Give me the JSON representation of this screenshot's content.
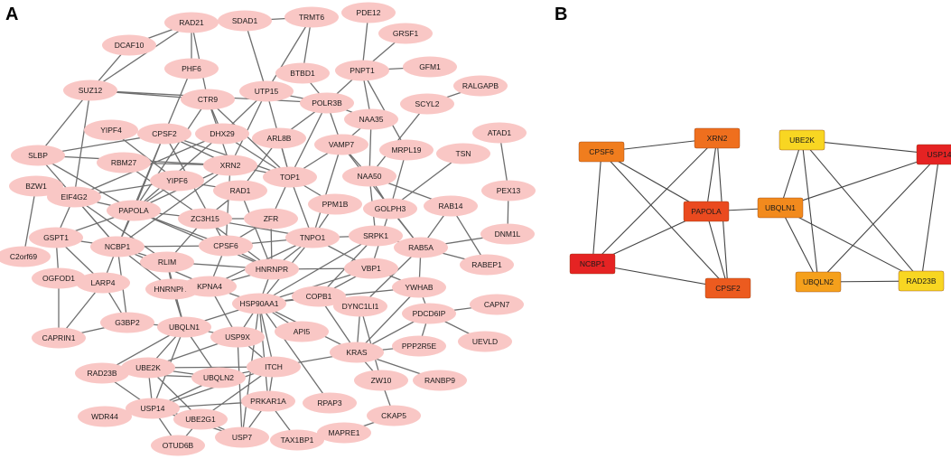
{
  "panels": {
    "a": {
      "label": "A"
    },
    "b": {
      "label": "B"
    }
  },
  "colors": {
    "node_fill": "#f9c7c5",
    "edge": "#6e6e6e",
    "hub_red": "#e52323",
    "hub_red_orange": "#ea4a1f",
    "hub_orange": "#f07d1e",
    "hub_light_orange": "#f5a01c",
    "hub_yellow": "#f8d622"
  },
  "network_a": {
    "nodes": [
      {
        "id": "RAD21",
        "label": "RAD21"
      },
      {
        "id": "SDAD1",
        "label": "SDAD1"
      },
      {
        "id": "TRMT6",
        "label": "TRMT6"
      },
      {
        "id": "PDE12",
        "label": "PDE12"
      },
      {
        "id": "GRSF1",
        "label": "GRSF1"
      },
      {
        "id": "DCAF10",
        "label": "DCAF10"
      },
      {
        "id": "GFM1",
        "label": "GFM1"
      },
      {
        "id": "PNPT1",
        "label": "PNPT1"
      },
      {
        "id": "PHF6",
        "label": "PHF6"
      },
      {
        "id": "BTBD1",
        "label": "BTBD1"
      },
      {
        "id": "SUZ12",
        "label": "SUZ12"
      },
      {
        "id": "UTP15",
        "label": "UTP15"
      },
      {
        "id": "RALGAPB",
        "label": "RALGAPB"
      },
      {
        "id": "CTR9",
        "label": "CTR9"
      },
      {
        "id": "POLR3B",
        "label": "POLR3B"
      },
      {
        "id": "SCYL2",
        "label": "SCYL2"
      },
      {
        "id": "NAA35",
        "label": "NAA35"
      },
      {
        "id": "YIPF4",
        "label": "YIPF4"
      },
      {
        "id": "CPSF2",
        "label": "CPSF2"
      },
      {
        "id": "DHX29",
        "label": "DHX29"
      },
      {
        "id": "ARL8B",
        "label": "ARL8B"
      },
      {
        "id": "ATAD1",
        "label": "ATAD1"
      },
      {
        "id": "MRPL19",
        "label": "MRPL19"
      },
      {
        "id": "VAMP7",
        "label": "VAMP7"
      },
      {
        "id": "SLBP",
        "label": "SLBP"
      },
      {
        "id": "RBM27",
        "label": "RBM27"
      },
      {
        "id": "XRN2",
        "label": "XRN2"
      },
      {
        "id": "TSN",
        "label": "TSN"
      },
      {
        "id": "TOP1",
        "label": "TOP1"
      },
      {
        "id": "NAA50",
        "label": "NAA50"
      },
      {
        "id": "BZW1",
        "label": "BZW1"
      },
      {
        "id": "YIPF6",
        "label": "YIPF6"
      },
      {
        "id": "EIF4G2",
        "label": "EIF4G2"
      },
      {
        "id": "RAD1",
        "label": "RAD1"
      },
      {
        "id": "PEX13",
        "label": "PEX13"
      },
      {
        "id": "PAPOLA",
        "label": "PAPOLA"
      },
      {
        "id": "PPM1B",
        "label": "PPM1B"
      },
      {
        "id": "GOLPH3",
        "label": "GOLPH3"
      },
      {
        "id": "RAB14",
        "label": "RAB14"
      },
      {
        "id": "ZC3H15",
        "label": "ZC3H15"
      },
      {
        "id": "ZFR",
        "label": "ZFR"
      },
      {
        "id": "GSPT1",
        "label": "GSPT1"
      },
      {
        "id": "NCBP1",
        "label": "NCBP1"
      },
      {
        "id": "CPSF6",
        "label": "CPSF6"
      },
      {
        "id": "TNPO1",
        "label": "TNPO1"
      },
      {
        "id": "SRPK1",
        "label": "SRPK1"
      },
      {
        "id": "DNM1L",
        "label": "DNM1L"
      },
      {
        "id": "C2orf69",
        "label": "C2orf69"
      },
      {
        "id": "RAB5A",
        "label": "RAB5A"
      },
      {
        "id": "RLIM",
        "label": "RLIM"
      },
      {
        "id": "HNRNPR",
        "label": "HNRNPR"
      },
      {
        "id": "VBP1",
        "label": "VBP1"
      },
      {
        "id": "RABEP1",
        "label": "RABEP1"
      },
      {
        "id": "OGFOD1",
        "label": "OGFOD1"
      },
      {
        "id": "LARP4",
        "label": "LARP4"
      },
      {
        "id": "HNRNPH2",
        "label": "HNRNPH2"
      },
      {
        "id": "KPNA4",
        "label": "KPNA4"
      },
      {
        "id": "COPB1",
        "label": "COPB1"
      },
      {
        "id": "YWHAB",
        "label": "YWHAB"
      },
      {
        "id": "HSP90AA1",
        "label": "HSP90AA1"
      },
      {
        "id": "DYNC1LI1",
        "label": "DYNC1LI1"
      },
      {
        "id": "CAPN7",
        "label": "CAPN7"
      },
      {
        "id": "PDCD6IP",
        "label": "PDCD6IP"
      },
      {
        "id": "G3BP2",
        "label": "G3BP2"
      },
      {
        "id": "CAPRIN1",
        "label": "CAPRIN1"
      },
      {
        "id": "UBQLN1",
        "label": "UBQLN1"
      },
      {
        "id": "API5",
        "label": "API5"
      },
      {
        "id": "USP9X",
        "label": "USP9X"
      },
      {
        "id": "PPP2R5E",
        "label": "PPP2R5E"
      },
      {
        "id": "UEVLD",
        "label": "UEVLD"
      },
      {
        "id": "KRAS",
        "label": "KRAS"
      },
      {
        "id": "RAD23B",
        "label": "RAD23B"
      },
      {
        "id": "UBE2K",
        "label": "UBE2K"
      },
      {
        "id": "UBQLN2",
        "label": "UBQLN2"
      },
      {
        "id": "ITCH",
        "label": "ITCH"
      },
      {
        "id": "ZW10",
        "label": "ZW10"
      },
      {
        "id": "RANBP9",
        "label": "RANBP9"
      },
      {
        "id": "PRKAR1A",
        "label": "PRKAR1A"
      },
      {
        "id": "RPAP3",
        "label": "RPAP3"
      },
      {
        "id": "USP14",
        "label": "USP14"
      },
      {
        "id": "WDR44",
        "label": "WDR44"
      },
      {
        "id": "UBE2G1",
        "label": "UBE2G1"
      },
      {
        "id": "CKAP5",
        "label": "CKAP5"
      },
      {
        "id": "MAPRE1",
        "label": "MAPRE1"
      },
      {
        "id": "TAX1BP1",
        "label": "TAX1BP1"
      },
      {
        "id": "USP7",
        "label": "USP7"
      },
      {
        "id": "OTUD6B",
        "label": "OTUD6B"
      }
    ],
    "edges": [
      [
        "RAD21",
        "SDAD1"
      ],
      [
        "RAD21",
        "DCAF10"
      ],
      [
        "RAD21",
        "PHF6"
      ],
      [
        "RAD21",
        "CTR9"
      ],
      [
        "RAD21",
        "SUZ12"
      ],
      [
        "DCAF10",
        "SUZ12"
      ],
      [
        "SDAD1",
        "TRMT6"
      ],
      [
        "SDAD1",
        "UTP15"
      ],
      [
        "TRMT6",
        "BTBD1"
      ],
      [
        "TRMT6",
        "UTP15"
      ],
      [
        "PDE12",
        "PNPT1"
      ],
      [
        "GRSF1",
        "PNPT1"
      ],
      [
        "GFM1",
        "PNPT1"
      ],
      [
        "PNPT1",
        "POLR3B"
      ],
      [
        "PNPT1",
        "MRPL19"
      ],
      [
        "PNPT1",
        "NAA35"
      ],
      [
        "BTBD1",
        "POLR3B"
      ],
      [
        "UTP15",
        "POLR3B"
      ],
      [
        "UTP15",
        "DHX29"
      ],
      [
        "UTP15",
        "XRN2"
      ],
      [
        "UTP15",
        "TOP1"
      ],
      [
        "SUZ12",
        "CTR9"
      ],
      [
        "SUZ12",
        "EIF4G2"
      ],
      [
        "SUZ12",
        "SLBP"
      ],
      [
        "SUZ12",
        "POLR3B"
      ],
      [
        "PHF6",
        "CPSF2"
      ],
      [
        "CTR9",
        "DHX29"
      ],
      [
        "CTR9",
        "TOP1"
      ],
      [
        "CTR9",
        "PAPOLA"
      ],
      [
        "CTR9",
        "XRN2"
      ],
      [
        "POLR3B",
        "ARL8B"
      ],
      [
        "POLR3B",
        "TOP1"
      ],
      [
        "POLR3B",
        "VAMP7"
      ],
      [
        "POLR3B",
        "NAA35"
      ],
      [
        "NAA35",
        "NAA50"
      ],
      [
        "NAA35",
        "VAMP7"
      ],
      [
        "SCYL2",
        "NAA50"
      ],
      [
        "SCYL2",
        "RALGAPB"
      ],
      [
        "MRPL19",
        "GOLPH3"
      ],
      [
        "YIPF4",
        "YIPF6"
      ],
      [
        "CPSF2",
        "XRN2"
      ],
      [
        "CPSF2",
        "PAPOLA"
      ],
      [
        "CPSF2",
        "NCBP1"
      ],
      [
        "CPSF2",
        "CPSF6"
      ],
      [
        "CPSF2",
        "TOP1"
      ],
      [
        "CPSF2",
        "SLBP"
      ],
      [
        "DHX29",
        "TOP1"
      ],
      [
        "DHX29",
        "PAPOLA"
      ],
      [
        "DHX29",
        "EIF4G2"
      ],
      [
        "ARL8B",
        "TOP1"
      ],
      [
        "ARL8B",
        "RAD1"
      ],
      [
        "VAMP7",
        "TOP1"
      ],
      [
        "VAMP7",
        "NAA50"
      ],
      [
        "VAMP7",
        "RAB5A"
      ],
      [
        "VAMP7",
        "TNPO1"
      ],
      [
        "SLBP",
        "NCBP1"
      ],
      [
        "SLBP",
        "PAPOLA"
      ],
      [
        "SLBP",
        "XRN2"
      ],
      [
        "RBM27",
        "ZC3H15"
      ],
      [
        "RBM27",
        "XRN2"
      ],
      [
        "XRN2",
        "PAPOLA"
      ],
      [
        "XRN2",
        "NCBP1"
      ],
      [
        "XRN2",
        "TOP1"
      ],
      [
        "XRN2",
        "CPSF6"
      ],
      [
        "TOP1",
        "TNPO1"
      ],
      [
        "TOP1",
        "ZFR"
      ],
      [
        "TOP1",
        "PPM1B"
      ],
      [
        "NAA50",
        "GOLPH3"
      ],
      [
        "NAA50",
        "RAB14"
      ],
      [
        "NAA50",
        "SRPK1"
      ],
      [
        "TSN",
        "GOLPH3"
      ],
      [
        "BZW1",
        "C2orf69"
      ],
      [
        "YIPF6",
        "EIF4G2"
      ],
      [
        "YIPF6",
        "PAPOLA"
      ],
      [
        "YIPF6",
        "RAD1"
      ],
      [
        "EIF4G2",
        "PAPOLA"
      ],
      [
        "EIF4G2",
        "NCBP1"
      ],
      [
        "EIF4G2",
        "GSPT1"
      ],
      [
        "EIF4G2",
        "RLIM"
      ],
      [
        "RAD1",
        "HNRNPR"
      ],
      [
        "RAD1",
        "ZC3H15"
      ],
      [
        "ATAD1",
        "PEX13"
      ],
      [
        "PEX13",
        "DNM1L"
      ],
      [
        "DNM1L",
        "RAB5A"
      ],
      [
        "PAPOLA",
        "NCBP1"
      ],
      [
        "PAPOLA",
        "CPSF6"
      ],
      [
        "PAPOLA",
        "ZC3H15"
      ],
      [
        "PAPOLA",
        "GSPT1"
      ],
      [
        "PAPOLA",
        "HNRNPR"
      ],
      [
        "PPM1B",
        "TNPO1"
      ],
      [
        "GOLPH3",
        "RAB5A"
      ],
      [
        "GOLPH3",
        "VBP1"
      ],
      [
        "RAB14",
        "RAB5A"
      ],
      [
        "RAB14",
        "RABEP1"
      ],
      [
        "ZC3H15",
        "ZFR"
      ],
      [
        "ZC3H15",
        "RLIM"
      ],
      [
        "ZC3H15",
        "HNRNPR"
      ],
      [
        "ZC3H15",
        "TNPO1"
      ],
      [
        "ZFR",
        "HNRNPR"
      ],
      [
        "ZFR",
        "CPSF6"
      ],
      [
        "GSPT1",
        "NCBP1"
      ],
      [
        "GSPT1",
        "OGFOD1"
      ],
      [
        "GSPT1",
        "LARP4"
      ],
      [
        "NCBP1",
        "CPSF6"
      ],
      [
        "NCBP1",
        "RLIM"
      ],
      [
        "NCBP1",
        "LARP4"
      ],
      [
        "NCBP1",
        "HNRNPH2"
      ],
      [
        "NCBP1",
        "KPNA4"
      ],
      [
        "NCBP1",
        "G3BP2"
      ],
      [
        "CPSF6",
        "HNRNPR"
      ],
      [
        "CPSF6",
        "TNPO1"
      ],
      [
        "CPSF6",
        "KPNA4"
      ],
      [
        "TNPO1",
        "SRPK1"
      ],
      [
        "TNPO1",
        "HNRNPR"
      ],
      [
        "TNPO1",
        "HSP90AA1"
      ],
      [
        "TNPO1",
        "KPNA4"
      ],
      [
        "TNPO1",
        "VBP1"
      ],
      [
        "SRPK1",
        "RAB5A"
      ],
      [
        "SRPK1",
        "HSP90AA1"
      ],
      [
        "SRPK1",
        "COPB1"
      ],
      [
        "RAB5A",
        "RABEP1"
      ],
      [
        "RAB5A",
        "YWHAB"
      ],
      [
        "RAB5A",
        "DYNC1LI1"
      ],
      [
        "RLIM",
        "HNRNPH2"
      ],
      [
        "RLIM",
        "HNRNPR"
      ],
      [
        "RLIM",
        "UBQLN1"
      ],
      [
        "HNRNPR",
        "HSP90AA1"
      ],
      [
        "HNRNPR",
        "KPNA4"
      ],
      [
        "HNRNPR",
        "VBP1"
      ],
      [
        "VBP1",
        "HSP90AA1"
      ],
      [
        "VBP1",
        "YWHAB"
      ],
      [
        "VBP1",
        "COPB1"
      ],
      [
        "OGFOD1",
        "CAPRIN1"
      ],
      [
        "LARP4",
        "CAPRIN1"
      ],
      [
        "LARP4",
        "G3BP2"
      ],
      [
        "HNRNPH2",
        "UBQLN1"
      ],
      [
        "KPNA4",
        "HSP90AA1"
      ],
      [
        "KPNA4",
        "USP9X"
      ],
      [
        "COPB1",
        "HSP90AA1"
      ],
      [
        "COPB1",
        "KRAS"
      ],
      [
        "COPB1",
        "DYNC1LI1"
      ],
      [
        "YWHAB",
        "HSP90AA1"
      ],
      [
        "YWHAB",
        "KRAS"
      ],
      [
        "YWHAB",
        "PDCD6IP"
      ],
      [
        "HSP90AA1",
        "USP9X"
      ],
      [
        "HSP90AA1",
        "UBQLN1"
      ],
      [
        "HSP90AA1",
        "API5"
      ],
      [
        "HSP90AA1",
        "KRAS"
      ],
      [
        "HSP90AA1",
        "ITCH"
      ],
      [
        "HSP90AA1",
        "PRKAR1A"
      ],
      [
        "HSP90AA1",
        "RPAP3"
      ],
      [
        "HSP90AA1",
        "USP7"
      ],
      [
        "DYNC1LI1",
        "KRAS"
      ],
      [
        "DYNC1LI1",
        "ZW10"
      ],
      [
        "PDCD6IP",
        "CAPN7"
      ],
      [
        "PDCD6IP",
        "UEVLD"
      ],
      [
        "PDCD6IP",
        "PPP2R5E"
      ],
      [
        "PDCD6IP",
        "KRAS"
      ],
      [
        "G3BP2",
        "CAPRIN1"
      ],
      [
        "G3BP2",
        "UBQLN1"
      ],
      [
        "UBQLN1",
        "UBE2K"
      ],
      [
        "UBQLN1",
        "UBQLN2"
      ],
      [
        "UBQLN1",
        "RAD23B"
      ],
      [
        "UBQLN1",
        "USP14"
      ],
      [
        "UBQLN1",
        "USP9X"
      ],
      [
        "USP9X",
        "ITCH"
      ],
      [
        "USP9X",
        "UBE2K"
      ],
      [
        "USP9X",
        "USP7"
      ],
      [
        "KRAS",
        "RANBP9"
      ],
      [
        "KRAS",
        "ZW10"
      ],
      [
        "KRAS",
        "ITCH"
      ],
      [
        "KRAS",
        "PPP2R5E"
      ],
      [
        "RAD23B",
        "UBE2K"
      ],
      [
        "RAD23B",
        "USP14"
      ],
      [
        "RAD23B",
        "UBQLN2"
      ],
      [
        "UBE2K",
        "UBQLN2"
      ],
      [
        "UBE2K",
        "USP14"
      ],
      [
        "UBE2K",
        "UBE2G1"
      ],
      [
        "UBE2K",
        "ITCH"
      ],
      [
        "UBQLN2",
        "USP14"
      ],
      [
        "UBQLN2",
        "ITCH"
      ],
      [
        "ITCH",
        "PRKAR1A"
      ],
      [
        "ITCH",
        "UBE2G1"
      ],
      [
        "ITCH",
        "USP14"
      ],
      [
        "ZW10",
        "CKAP5"
      ],
      [
        "CKAP5",
        "MAPRE1"
      ],
      [
        "PRKAR1A",
        "TAX1BP1"
      ],
      [
        "PRKAR1A",
        "USP7"
      ],
      [
        "PRKAR1A",
        "USP14"
      ],
      [
        "USP14",
        "WDR44"
      ],
      [
        "USP14",
        "UBE2G1"
      ],
      [
        "USP14",
        "OTUD6B"
      ],
      [
        "USP14",
        "USP7"
      ],
      [
        "UBE2G1",
        "USP7"
      ],
      [
        "UBE2G1",
        "OTUD6B"
      ]
    ]
  },
  "network_b": {
    "groups": [
      {
        "nodes": [
          {
            "id": "CPSF6",
            "label": "CPSF6",
            "color": "#f07d1e"
          },
          {
            "id": "XRN2",
            "label": "XRN2",
            "color": "#ef6f1e"
          },
          {
            "id": "PAPOLA",
            "label": "PAPOLA",
            "color": "#ea4a1f"
          },
          {
            "id": "NCBP1",
            "label": "NCBP1",
            "color": "#e52323"
          },
          {
            "id": "CPSF2",
            "label": "CPSF2",
            "color": "#ec5b1f"
          }
        ],
        "edges": [
          [
            "CPSF6",
            "XRN2"
          ],
          [
            "CPSF6",
            "PAPOLA"
          ],
          [
            "CPSF6",
            "NCBP1"
          ],
          [
            "CPSF6",
            "CPSF2"
          ],
          [
            "XRN2",
            "PAPOLA"
          ],
          [
            "XRN2",
            "NCBP1"
          ],
          [
            "XRN2",
            "CPSF2"
          ],
          [
            "PAPOLA",
            "NCBP1"
          ],
          [
            "PAPOLA",
            "CPSF2"
          ],
          [
            "NCBP1",
            "CPSF2"
          ]
        ]
      },
      {
        "nodes": [
          {
            "id": "UBE2K",
            "label": "UBE2K",
            "color": "#f8d622"
          },
          {
            "id": "USP14",
            "label": "USP14",
            "color": "#e52323"
          },
          {
            "id": "UBQLN1",
            "label": "UBQLN1",
            "color": "#f28a1d"
          },
          {
            "id": "UBQLN2",
            "label": "UBQLN2",
            "color": "#f5a01c"
          },
          {
            "id": "RAD23B",
            "label": "RAD23B",
            "color": "#f8d622"
          }
        ],
        "edges": [
          [
            "UBE2K",
            "USP14"
          ],
          [
            "UBE2K",
            "UBQLN1"
          ],
          [
            "UBE2K",
            "UBQLN2"
          ],
          [
            "UBE2K",
            "RAD23B"
          ],
          [
            "USP14",
            "UBQLN1"
          ],
          [
            "USP14",
            "UBQLN2"
          ],
          [
            "USP14",
            "RAD23B"
          ],
          [
            "UBQLN1",
            "UBQLN2"
          ],
          [
            "UBQLN1",
            "RAD23B"
          ],
          [
            "UBQLN2",
            "RAD23B"
          ]
        ]
      }
    ],
    "cross_edges": [
      [
        "PAPOLA",
        "UBQLN1"
      ]
    ]
  }
}
